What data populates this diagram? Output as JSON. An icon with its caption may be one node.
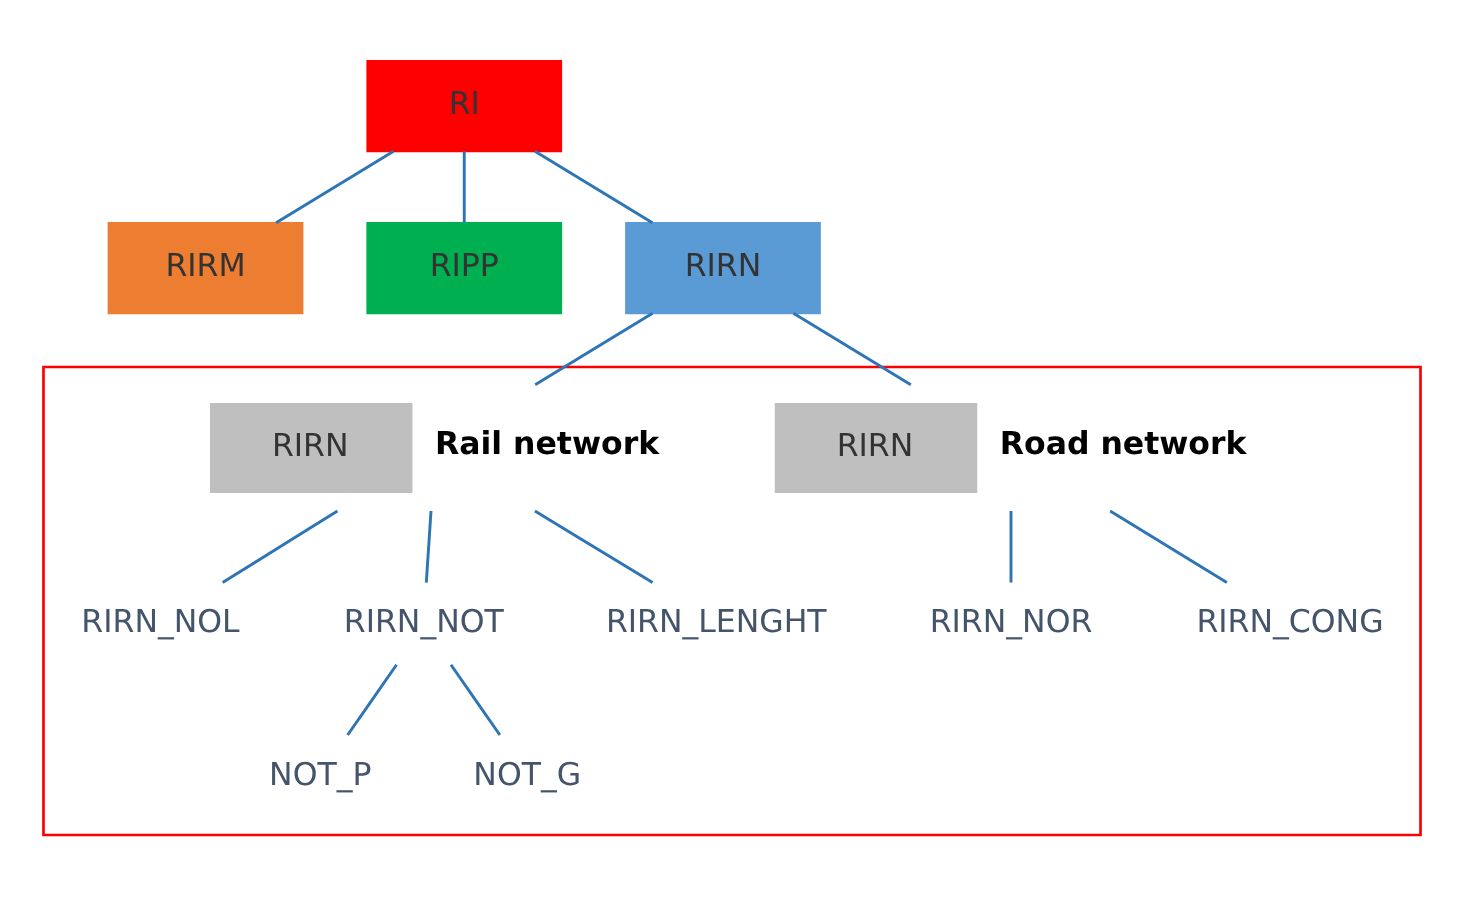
{
  "diagram": {
    "nodes": [
      {
        "text": [
          "RI"
        ]
      },
      {
        "text": [
          "RIRM"
        ]
      },
      {
        "text": [
          "RIPP"
        ]
      },
      {
        "text": [
          "RIRN"
        ]
      },
      {
        "text": [],
        "shape": "box"
      },
      {
        "text": [
          "RIRN"
        ],
        "in": 4,
        "beside": [
          "Road network"
        ]
      },
      {
        "text": [
          "RIRN"
        ],
        "in": 4,
        "beside": [
          "Rail network"
        ]
      },
      {
        "text": [
          "RIRN_NOR"
        ],
        "in": 4
      },
      {
        "text": [
          "RIRN_CONG"
        ],
        "in": 4
      },
      {
        "text": [
          "RIRN_NOL"
        ],
        "in": 4
      },
      {
        "text": [
          "RIRN_NOT"
        ],
        "in": 4
      },
      {
        "text": [
          "RIRN_LENGHT"
        ],
        "in": 4
      },
      {
        "text": [
          "NOT_P"
        ],
        "in": 4
      },
      {
        "text": [
          "NOT_G"
        ],
        "in": 4
      }
    ],
    "edges": [
      {
        "from": 0,
        "to": 1,
        "arrow": "none"
      },
      {
        "from": 0,
        "to": 2,
        "arrow": "none"
      },
      {
        "from": 0,
        "to": 3,
        "arrow": "none"
      },
      {
        "from": 3,
        "to": 5,
        "arrow": "none"
      },
      {
        "from": 3,
        "to": 6,
        "arrow": "none"
      },
      {
        "from": 5,
        "to": 7,
        "arrow": "none"
      },
      {
        "from": 5,
        "to": 8,
        "arrow": "none"
      },
      {
        "from": 6,
        "to": 9,
        "arrow": "none"
      },
      {
        "from": 6,
        "to": 10,
        "arrow": "none"
      },
      {
        "from": 6,
        "to": 11,
        "arrow": "none"
      },
      {
        "from": 10,
        "to": 12,
        "arrow": "none"
      },
      {
        "from": 10,
        "to": 13,
        "arrow": "none"
      }
    ]
  }
}
